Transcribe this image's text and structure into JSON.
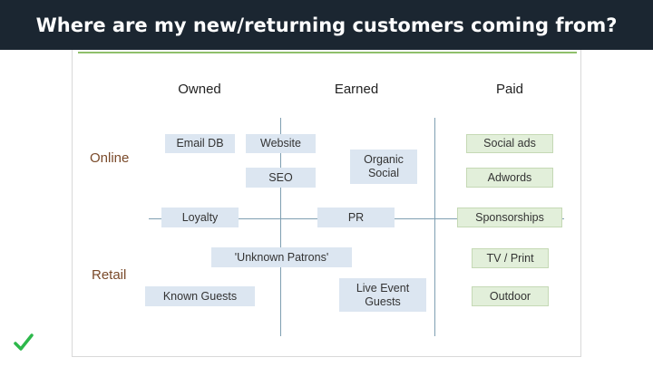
{
  "header": {
    "title": "Where are my new/returning customers coming from?"
  },
  "columns": {
    "owned": "Owned",
    "earned": "Earned",
    "paid": "Paid"
  },
  "rows": {
    "online": "Online",
    "retail": "Retail"
  },
  "boxes": {
    "email_db": "Email DB",
    "website": "Website",
    "seo": "SEO",
    "organic_social": "Organic\nSocial",
    "social_ads": "Social ads",
    "adwords": "Adwords",
    "loyalty": "Loyalty",
    "pr": "PR",
    "sponsorships": "Sponsorships",
    "unknown_patrons": "'Unknown Patrons'",
    "tv_print": "TV / Print",
    "known_guests": "Known Guests",
    "live_event_guests": "Live Event\nGuests",
    "outdoor": "Outdoor"
  },
  "colors": {
    "title_bar": "#1b2631",
    "owned_earned_box": "#dce6f1",
    "paid_box": "#e2efda",
    "row_label": "#7a4a2a",
    "check": "#2db84b"
  },
  "icons": {
    "corner": "check-icon"
  }
}
